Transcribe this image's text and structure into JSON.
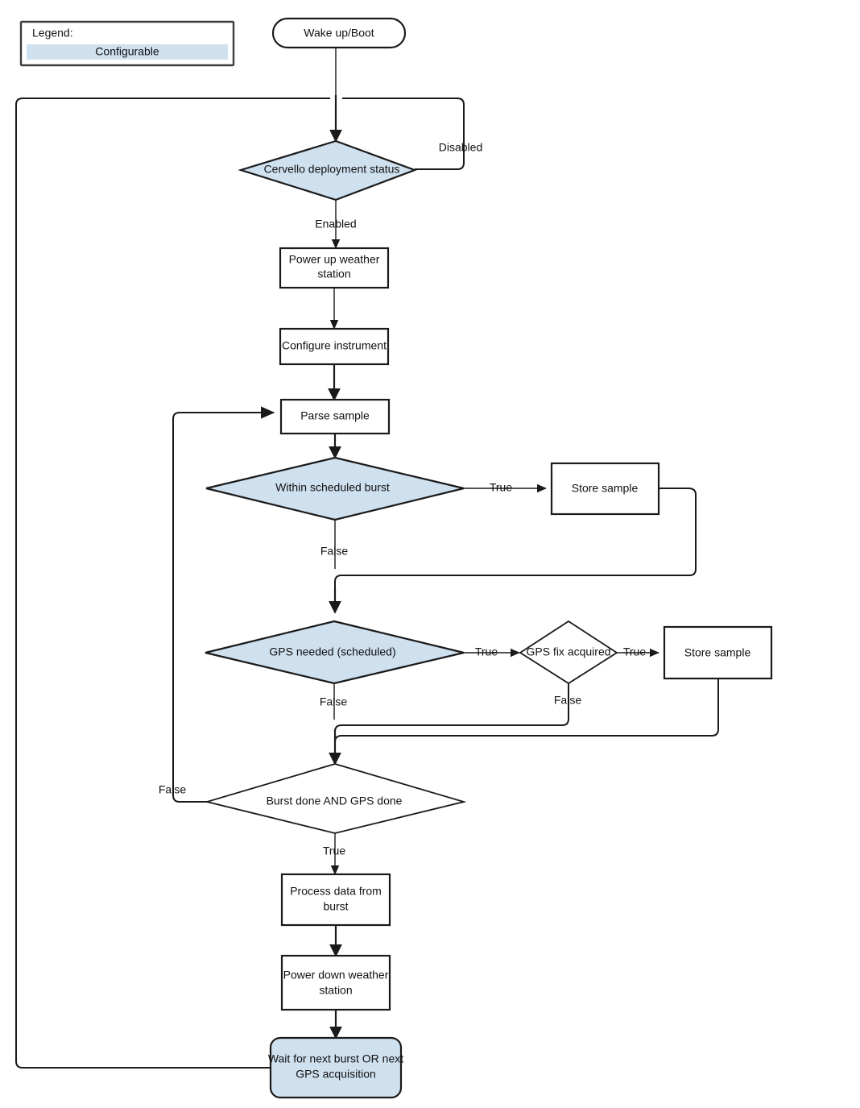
{
  "diagram": {
    "title": "Cervello weather-station burst sampling flowchart",
    "type": "flowchart",
    "colors": {
      "configurable_fill": "#cfe0ef",
      "plain_fill": "#ffffff",
      "stroke": "#1a1a1a",
      "legend_border": "#3d3d3d"
    }
  },
  "legend": {
    "title": "Legend:",
    "entries": [
      {
        "label": "Configurable",
        "swatch_color": "#cfe0ef"
      }
    ]
  },
  "nodes": [
    {
      "id": "start",
      "label": "Wake up/Boot",
      "shape": "terminator",
      "fill": "plain"
    },
    {
      "id": "deploy_status",
      "label": "Cervello deployment status",
      "shape": "decision",
      "fill": "configurable"
    },
    {
      "id": "power_up",
      "label": "Power up weather station",
      "line1": "Power up weather",
      "line2": "station",
      "shape": "process",
      "fill": "plain"
    },
    {
      "id": "configure",
      "label": "Configure instrument",
      "shape": "process",
      "fill": "plain"
    },
    {
      "id": "parse_sample",
      "label": "Parse sample",
      "shape": "process",
      "fill": "plain"
    },
    {
      "id": "within_burst",
      "label": "Within scheduled burst",
      "shape": "decision",
      "fill": "configurable"
    },
    {
      "id": "store_sample_1",
      "label": "Store sample",
      "shape": "process",
      "fill": "plain"
    },
    {
      "id": "gps_needed",
      "label": "GPS needed (scheduled)",
      "shape": "decision",
      "fill": "configurable"
    },
    {
      "id": "gps_fix",
      "label": "GPS fix acquired",
      "shape": "decision",
      "fill": "plain"
    },
    {
      "id": "store_sample_2",
      "label": "Store sample",
      "shape": "process",
      "fill": "plain"
    },
    {
      "id": "burst_gps_done",
      "label": "Burst done AND GPS done",
      "shape": "decision",
      "fill": "plain"
    },
    {
      "id": "process_data",
      "label": "Process data from burst",
      "line1": "Process data from",
      "line2": "burst",
      "shape": "process",
      "fill": "plain"
    },
    {
      "id": "power_down",
      "label": "Power down weather station",
      "line1": "Power down weather",
      "line2": "station",
      "shape": "process",
      "fill": "plain"
    },
    {
      "id": "wait_next",
      "label": "Wait for next burst OR next GPS acquisition",
      "line1": "Wait for next burst OR next",
      "line2": "GPS acquisition",
      "shape": "rounded",
      "fill": "configurable"
    }
  ],
  "edges": [
    {
      "id": "e_start_deploy",
      "from": "start",
      "to": "deploy_status",
      "label": ""
    },
    {
      "id": "e_deploy_disabled",
      "from": "deploy_status",
      "to": "deploy_status",
      "label": "Disabled"
    },
    {
      "id": "e_deploy_enabled",
      "from": "deploy_status",
      "to": "power_up",
      "label": "Enabled"
    },
    {
      "id": "e_powerup_configure",
      "from": "power_up",
      "to": "configure",
      "label": ""
    },
    {
      "id": "e_configure_parse",
      "from": "configure",
      "to": "parse_sample",
      "label": ""
    },
    {
      "id": "e_parse_within",
      "from": "parse_sample",
      "to": "within_burst",
      "label": ""
    },
    {
      "id": "e_within_true",
      "from": "within_burst",
      "to": "store_sample_1",
      "label": "True"
    },
    {
      "id": "e_within_false",
      "from": "within_burst",
      "to": "gps_needed",
      "label": "False"
    },
    {
      "id": "e_store1_merge",
      "from": "store_sample_1",
      "to": "gps_needed",
      "label": ""
    },
    {
      "id": "e_gps_true",
      "from": "gps_needed",
      "to": "gps_fix",
      "label": "True"
    },
    {
      "id": "e_gps_false",
      "from": "gps_needed",
      "to": "burst_gps_done",
      "label": "False"
    },
    {
      "id": "e_gpsfix_true",
      "from": "gps_fix",
      "to": "store_sample_2",
      "label": "True"
    },
    {
      "id": "e_gpsfix_false",
      "from": "gps_fix",
      "to": "burst_gps_done",
      "label": "False"
    },
    {
      "id": "e_store2_merge",
      "from": "store_sample_2",
      "to": "burst_gps_done",
      "label": ""
    },
    {
      "id": "e_done_false",
      "from": "burst_gps_done",
      "to": "parse_sample",
      "label": "False"
    },
    {
      "id": "e_done_true",
      "from": "burst_gps_done",
      "to": "process_data",
      "label": "True"
    },
    {
      "id": "e_process_powerdown",
      "from": "process_data",
      "to": "power_down",
      "label": ""
    },
    {
      "id": "e_powerdown_wait",
      "from": "power_down",
      "to": "wait_next",
      "label": ""
    },
    {
      "id": "e_wait_loop",
      "from": "wait_next",
      "to": "deploy_status",
      "label": ""
    }
  ],
  "edge_labels": {
    "disabled": "Disabled",
    "enabled": "Enabled",
    "within_true": "True",
    "within_false": "False",
    "gps_true": "True",
    "gps_false": "False",
    "gpsfix_true": "True",
    "gpsfix_false": "False",
    "done_false": "False",
    "done_true": "True"
  }
}
